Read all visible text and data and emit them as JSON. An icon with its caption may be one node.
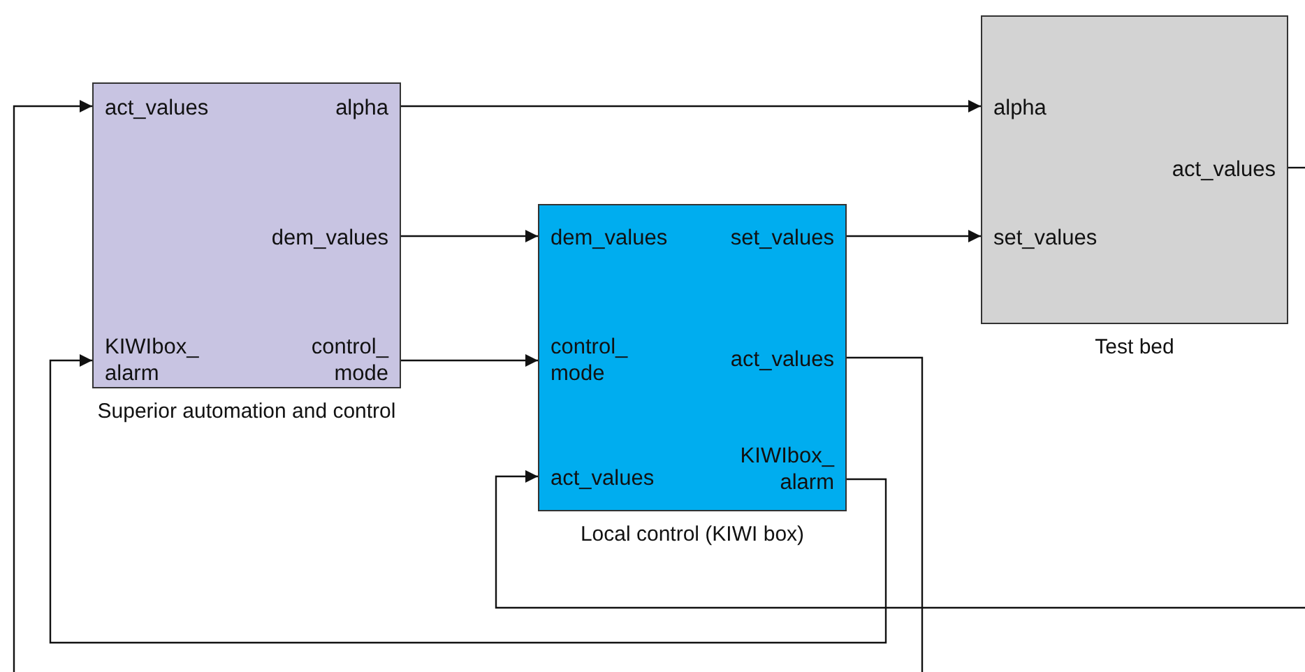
{
  "diagram": {
    "nodes": [
      {
        "text": [
          "Superior automation and control"
        ]
      },
      {
        "text": [
          "act_values"
        ],
        "in": 0
      },
      {
        "text": [
          "alpha"
        ],
        "in": 0
      },
      {
        "text": [
          "dem_values"
        ],
        "in": 0
      },
      {
        "text": [
          "KIWIbox_ alarm"
        ],
        "in": 0
      },
      {
        "text": [
          "control_ mode"
        ],
        "in": 0
      },
      {
        "text": [
          "Test bed"
        ]
      },
      {
        "text": [
          "alpha"
        ],
        "in": 6
      },
      {
        "text": [
          "set_values"
        ],
        "in": 6
      },
      {
        "text": [
          "act_values"
        ],
        "in": 6
      },
      {
        "text": [
          "Local control (KIWI box)"
        ]
      },
      {
        "text": [
          "dem_values"
        ],
        "in": 10
      },
      {
        "text": [
          "set_values"
        ],
        "in": 10
      },
      {
        "text": [
          "control_ mode"
        ],
        "in": 10
      },
      {
        "text": [
          "act_values"
        ],
        "in": 10
      },
      {
        "text": [
          "act_values"
        ],
        "in": 10
      },
      {
        "text": [
          "KIWIbox_ alarm"
        ],
        "in": 10
      }
    ],
    "edges": [
      {
        "from": 2,
        "to": 7,
        "arrow": "to"
      },
      {
        "from": 3,
        "to": 11,
        "arrow": "to"
      },
      {
        "from": 12,
        "to": 8,
        "arrow": "to"
      },
      {
        "from": 5,
        "to": 13,
        "arrow": "to"
      },
      {
        "from": 9,
        "to": null,
        "arrow": "none"
      },
      {
        "from": null,
        "to": 15,
        "arrow": "to"
      },
      {
        "from": 14,
        "to": null,
        "arrow": "none"
      },
      {
        "from": null,
        "to": 1,
        "arrow": "to"
      },
      {
        "from": 16,
        "to": 4,
        "arrow": "to"
      }
    ]
  }
}
